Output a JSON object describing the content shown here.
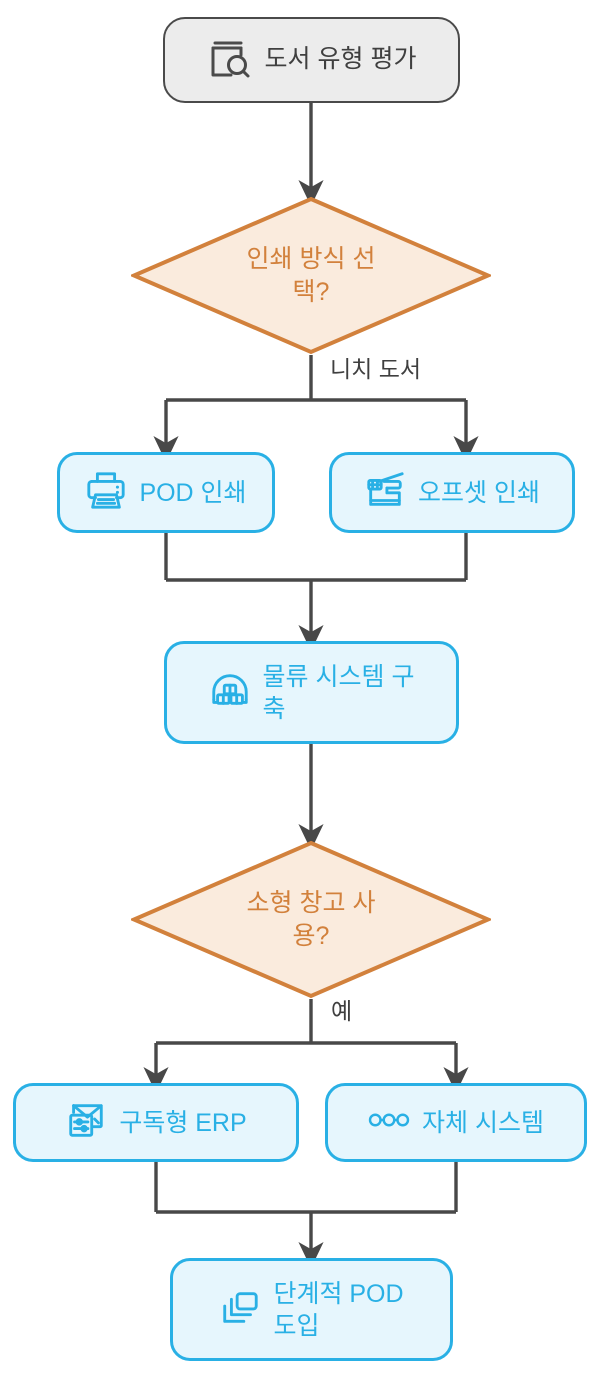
{
  "diagram": {
    "type": "flowchart",
    "direction": "top-down",
    "title_text": null,
    "colors": {
      "start_border": "#4a4a4a",
      "start_fill": "#ececec",
      "start_text": "#3f3f3f",
      "process_border": "#29B0E5",
      "process_fill": "#E6F6FD",
      "process_text": "#29B0E5",
      "decision_border": "#D2813C",
      "decision_fill": "#FAEBDD",
      "decision_text": "#D2813C",
      "edge_stroke": "#484848",
      "edge_label_text": "#3f3f3f",
      "canvas_background": "#ffffff"
    },
    "nodes": [
      {
        "id": "start",
        "shape": "rounded-terminal",
        "label": "도서 유형 평가",
        "icon": "book-search-icon"
      },
      {
        "id": "decision-print",
        "shape": "diamond",
        "label": "인쇄 방식 선택?",
        "label_line1": "인쇄 방식 선",
        "label_line2": "택?",
        "icon": null
      },
      {
        "id": "pod-print",
        "shape": "rounded-rect",
        "label": "POD 인쇄",
        "icon": "printer-icon"
      },
      {
        "id": "offset-print",
        "shape": "rounded-rect",
        "label": "오프셋 인쇄",
        "icon": "printing-press-icon"
      },
      {
        "id": "logistics",
        "shape": "rounded-rect",
        "label": "물류 시스템 구축",
        "label_line1": "물류 시스템 구",
        "label_line2": "축",
        "icon": "warehouse-icon"
      },
      {
        "id": "decision-warehouse",
        "shape": "diamond",
        "label": "소형 창고 사용?",
        "label_line1": "소형 창고 사",
        "label_line2": "용?",
        "icon": null
      },
      {
        "id": "erp",
        "shape": "rounded-rect",
        "label": "구독형 ERP",
        "icon": "envelope-settings-icon"
      },
      {
        "id": "own-system",
        "shape": "rounded-rect",
        "label": "자체 시스템",
        "icon": "chain-nodes-icon"
      },
      {
        "id": "staged-pod",
        "shape": "rounded-rect",
        "label": "단계적 POD 도입",
        "label_line1": "단계적 POD",
        "label_line2": "도입",
        "icon": "layers-icon"
      }
    ],
    "edges": [
      {
        "from": "start",
        "to": "decision-print",
        "label": ""
      },
      {
        "from": "decision-print",
        "to": "pod-print",
        "label": "니치 도서"
      },
      {
        "from": "decision-print",
        "to": "offset-print",
        "label": ""
      },
      {
        "from": "pod-print",
        "to": "logistics",
        "label": ""
      },
      {
        "from": "offset-print",
        "to": "logistics",
        "label": ""
      },
      {
        "from": "logistics",
        "to": "decision-warehouse",
        "label": ""
      },
      {
        "from": "decision-warehouse",
        "to": "erp",
        "label": "예"
      },
      {
        "from": "decision-warehouse",
        "to": "own-system",
        "label": ""
      },
      {
        "from": "erp",
        "to": "staged-pod",
        "label": ""
      },
      {
        "from": "own-system",
        "to": "staged-pod",
        "label": ""
      }
    ],
    "edge_labels": [
      {
        "id": "label-niche",
        "text": "니치 도서"
      },
      {
        "id": "label-yes",
        "text": "예"
      }
    ]
  }
}
